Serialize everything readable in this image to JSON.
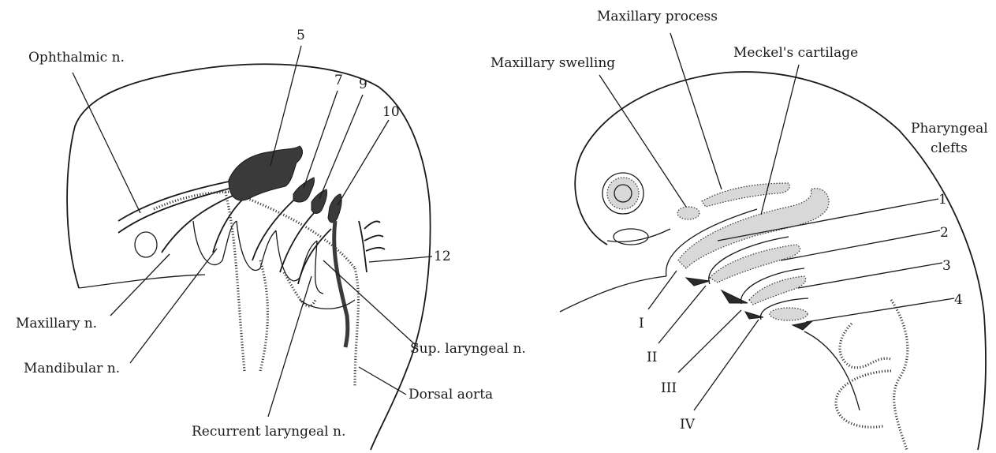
{
  "left_panel": {
    "labels": {
      "ophthalmic": "Ophthalmic n.",
      "n5": "5",
      "n7": "7",
      "n9": "9",
      "n10": "10",
      "n12": "12",
      "maxillary_n": "Maxillary n.",
      "mandibular_n": "Mandibular n.",
      "sup_laryngeal": "Sup. laryngeal n.",
      "dorsal_aorta": "Dorsal aorta",
      "recurrent_laryngeal": "Recurrent laryngeal n."
    }
  },
  "right_panel": {
    "labels": {
      "maxillary_process": "Maxillary process",
      "maxillary_swelling": "Maxillary swelling",
      "meckels_cartilage": "Meckel's cartilage",
      "pharyngeal_clefts_1": "Pharyngeal",
      "pharyngeal_clefts_2": "clefts",
      "cleft_1": "1",
      "cleft_2": "2",
      "cleft_3": "3",
      "cleft_4": "4",
      "arch_I": "I",
      "arch_II": "II",
      "arch_III": "III",
      "arch_IV": "IV"
    }
  }
}
